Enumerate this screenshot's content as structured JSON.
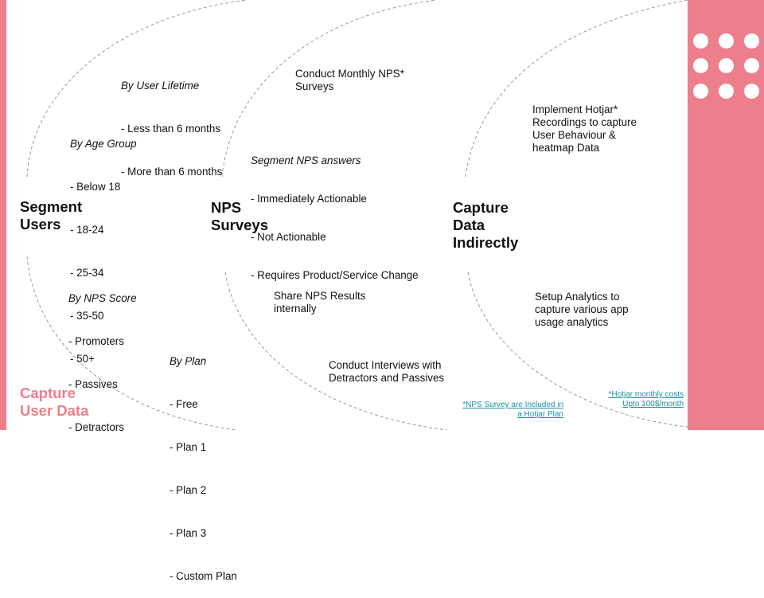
{
  "colors": {
    "accent": "#ec7f8b",
    "link": "#1a8fa0",
    "arc": "#9a9a9a"
  },
  "segment_users": {
    "title": "Segment\nUsers",
    "by_lifetime": {
      "heading": "By User Lifetime",
      "items": [
        "- Less than 6 months",
        "- More than 6 months"
      ]
    },
    "by_age": {
      "heading": "By Age Group",
      "items": [
        "- Below 18",
        "- 18-24",
        "- 25-34",
        "- 35-50",
        "- 50+"
      ]
    },
    "by_nps": {
      "heading": "By NPS Score",
      "items": [
        "- Promoters",
        "- Passives",
        "- Detractors"
      ]
    },
    "by_plan": {
      "heading": "By Plan",
      "items": [
        "- Free",
        "- Plan 1",
        "- Plan 2",
        "- Plan 3",
        "- Custom Plan"
      ]
    }
  },
  "nps_surveys": {
    "title": "NPS\nSurveys",
    "monthly": "Conduct Monthly NPS*\nSurveys",
    "segment_answers": {
      "heading": "Segment NPS answers",
      "items": [
        "- Immediately Actionable",
        "- Not Actionable",
        "- Requires Product/Service Change"
      ]
    },
    "share": "Share NPS Results\ninternally",
    "interviews": "Conduct Interviews with\nDetractors and Passives"
  },
  "capture_indirect": {
    "title": "Capture\nData\nIndirectly",
    "hotjar": "Implement Hotjar*\nRecordings to capture\nUser Behaviour &\nheatmap Data",
    "analytics": "Setup Analytics to\ncapture various app\nusage analytics"
  },
  "capture_user_data": "Capture\nUser Data",
  "footnotes": {
    "nps": "*NPS Survey are Included in\na Hotjar Plan",
    "hotjar": "*Hotjar monthly costs\nUpto 100$/month"
  }
}
